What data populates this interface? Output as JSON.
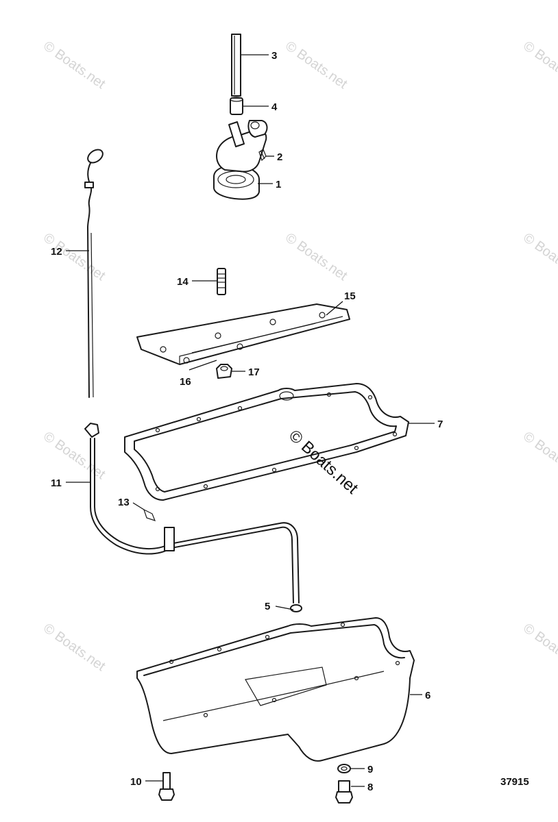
{
  "diagram": {
    "figure_number": "37915",
    "watermark": "© Boats.net",
    "callouts": [
      "1",
      "2",
      "3",
      "4",
      "5",
      "6",
      "7",
      "8",
      "9",
      "10",
      "11",
      "12",
      "13",
      "14",
      "15",
      "16",
      "17"
    ]
  }
}
